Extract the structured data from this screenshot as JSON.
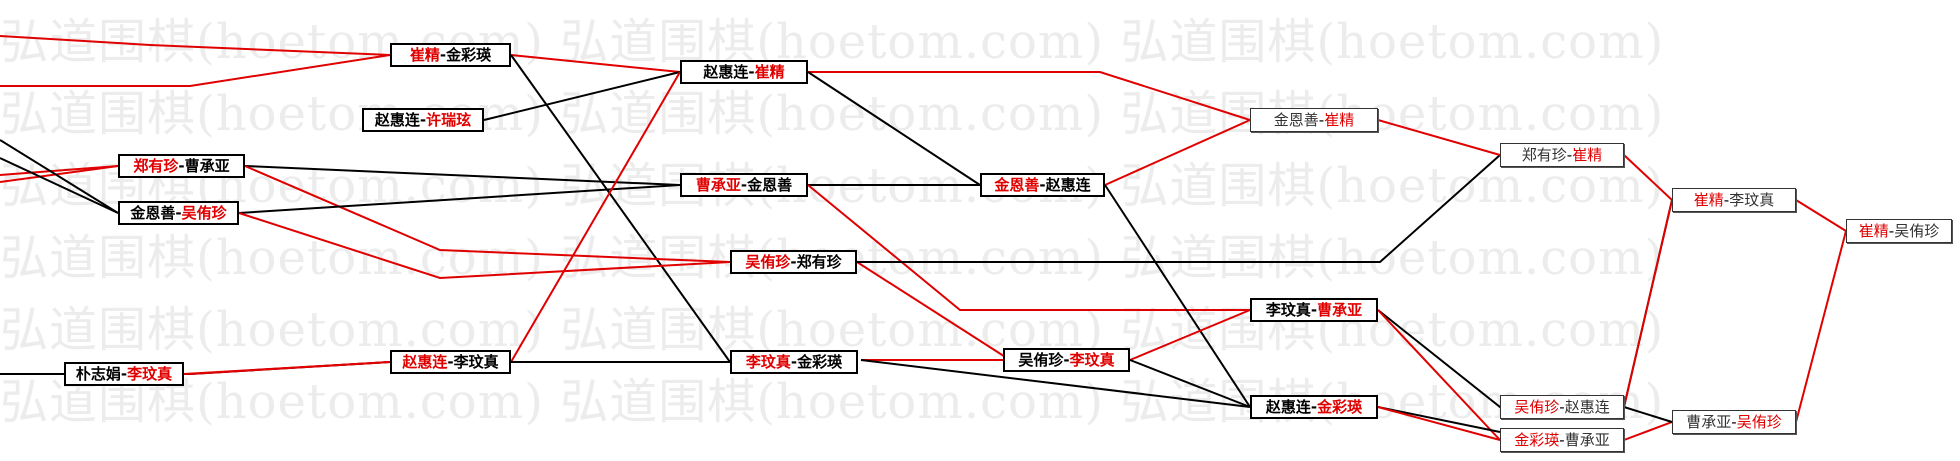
{
  "watermark": {
    "text": "弘道围棋(hoetom.com)",
    "lines": [
      "弘道围棋(hoetom.com) 弘道围棋(hoetom.com) 弘道围棋(hoetom.com)",
      "弘道围棋(hoetom.com) 弘道围棋(hoetom.com) 弘道围棋(hoetom.com)",
      "弘道围棋(hoetom.com) 弘道围棋(hoetom.com) 弘道围棋(hoetom.com)",
      "弘道围棋(hoetom.com) 弘道围棋(hoetom.com) 弘道围棋(hoetom.com)",
      "弘道围棋(hoetom.com) 弘道围棋(hoetom.com) 弘道围棋(hoetom.com)",
      "弘道围棋(hoetom.com) 弘道围棋(hoetom.com) 弘道围棋(hoetom.com)"
    ]
  },
  "colors": {
    "winner": "#e00000",
    "loser": "#000000",
    "edge_red": "#e00000",
    "edge_black": "#000000"
  },
  "matches": [
    {
      "id": "m1",
      "a": "崔精",
      "b": "金彩瑛",
      "winner": "a"
    },
    {
      "id": "m2",
      "a": "赵惠连",
      "b": "许瑞玹",
      "winner": "b"
    },
    {
      "id": "m3",
      "a": "郑有珍",
      "b": "曹承亚",
      "winner": "a"
    },
    {
      "id": "m4",
      "a": "金恩善",
      "b": "吴侑珍",
      "winner": "b"
    },
    {
      "id": "m5",
      "a": "朴志娟",
      "b": "李玟真",
      "winner": "b"
    },
    {
      "id": "m6",
      "a": "赵惠连",
      "b": "李玟真",
      "winner": "a"
    },
    {
      "id": "m7",
      "a": "赵惠连",
      "b": "崔精",
      "winner": "b"
    },
    {
      "id": "m8",
      "a": "曹承亚",
      "b": "金恩善",
      "winner": "a"
    },
    {
      "id": "m9",
      "a": "吴侑珍",
      "b": "郑有珍",
      "winner": "a"
    },
    {
      "id": "m10",
      "a": "李玟真",
      "b": "金彩瑛",
      "winner": "a"
    },
    {
      "id": "m11",
      "a": "金恩善",
      "b": "赵惠连",
      "winner": "a"
    },
    {
      "id": "m12",
      "a": "吴侑珍",
      "b": "李玟真",
      "winner": "b"
    },
    {
      "id": "m13",
      "a": "金恩善",
      "b": "崔精",
      "winner": "b"
    },
    {
      "id": "m14",
      "a": "李玟真",
      "b": "曹承亚",
      "winner": "b"
    },
    {
      "id": "m15",
      "a": "赵惠连",
      "b": "金彩瑛",
      "winner": "b"
    },
    {
      "id": "m16",
      "a": "郑有珍",
      "b": "崔精",
      "winner": "b"
    },
    {
      "id": "m17",
      "a": "吴侑珍",
      "b": "赵惠连",
      "winner": "a"
    },
    {
      "id": "m18",
      "a": "金彩瑛",
      "b": "曹承亚",
      "winner": "a"
    },
    {
      "id": "m19",
      "a": "崔精",
      "b": "李玟真",
      "winner": "a"
    },
    {
      "id": "m20",
      "a": "曹承亚",
      "b": "吴侑珍",
      "winner": "b"
    },
    {
      "id": "m21",
      "a": "崔精",
      "b": "吴侑珍",
      "winner": "a"
    }
  ],
  "separator": "-"
}
